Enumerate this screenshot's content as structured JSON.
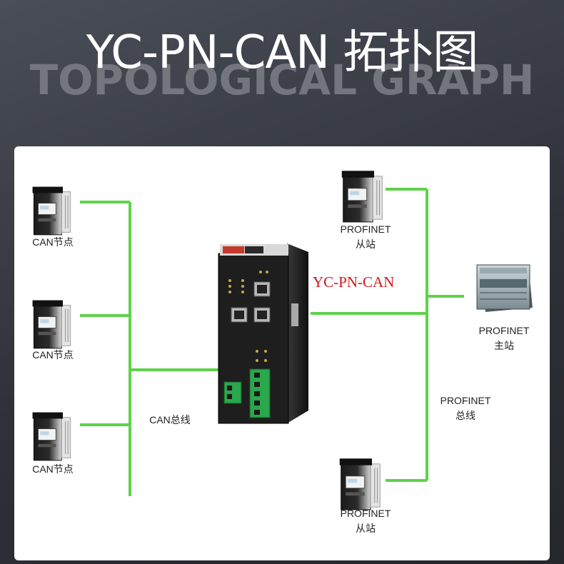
{
  "header": {
    "title": "YC-PN-CAN 拓扑图",
    "subtitle": "TOPOLOGICAL GRAPH"
  },
  "diagram": {
    "gateway_label": "YC-PN-CAN",
    "can_nodes": [
      {
        "label": "CAN节点"
      },
      {
        "label": "CAN节点"
      },
      {
        "label": "CAN节点"
      }
    ],
    "can_bus_label": "CAN总线",
    "profinet_slave_top": {
      "line1": "PROFINET",
      "line2": "从站"
    },
    "profinet_slave_bottom": {
      "line1": "PROFINET",
      "line2": "从站"
    },
    "profinet_master": {
      "line1": "PROFINET",
      "line2": "主站"
    },
    "profinet_bus": {
      "line1": "PROFINET",
      "line2": "总线"
    },
    "colors": {
      "bus_line": "#5ed24a",
      "gateway_label": "#d0161c"
    }
  }
}
